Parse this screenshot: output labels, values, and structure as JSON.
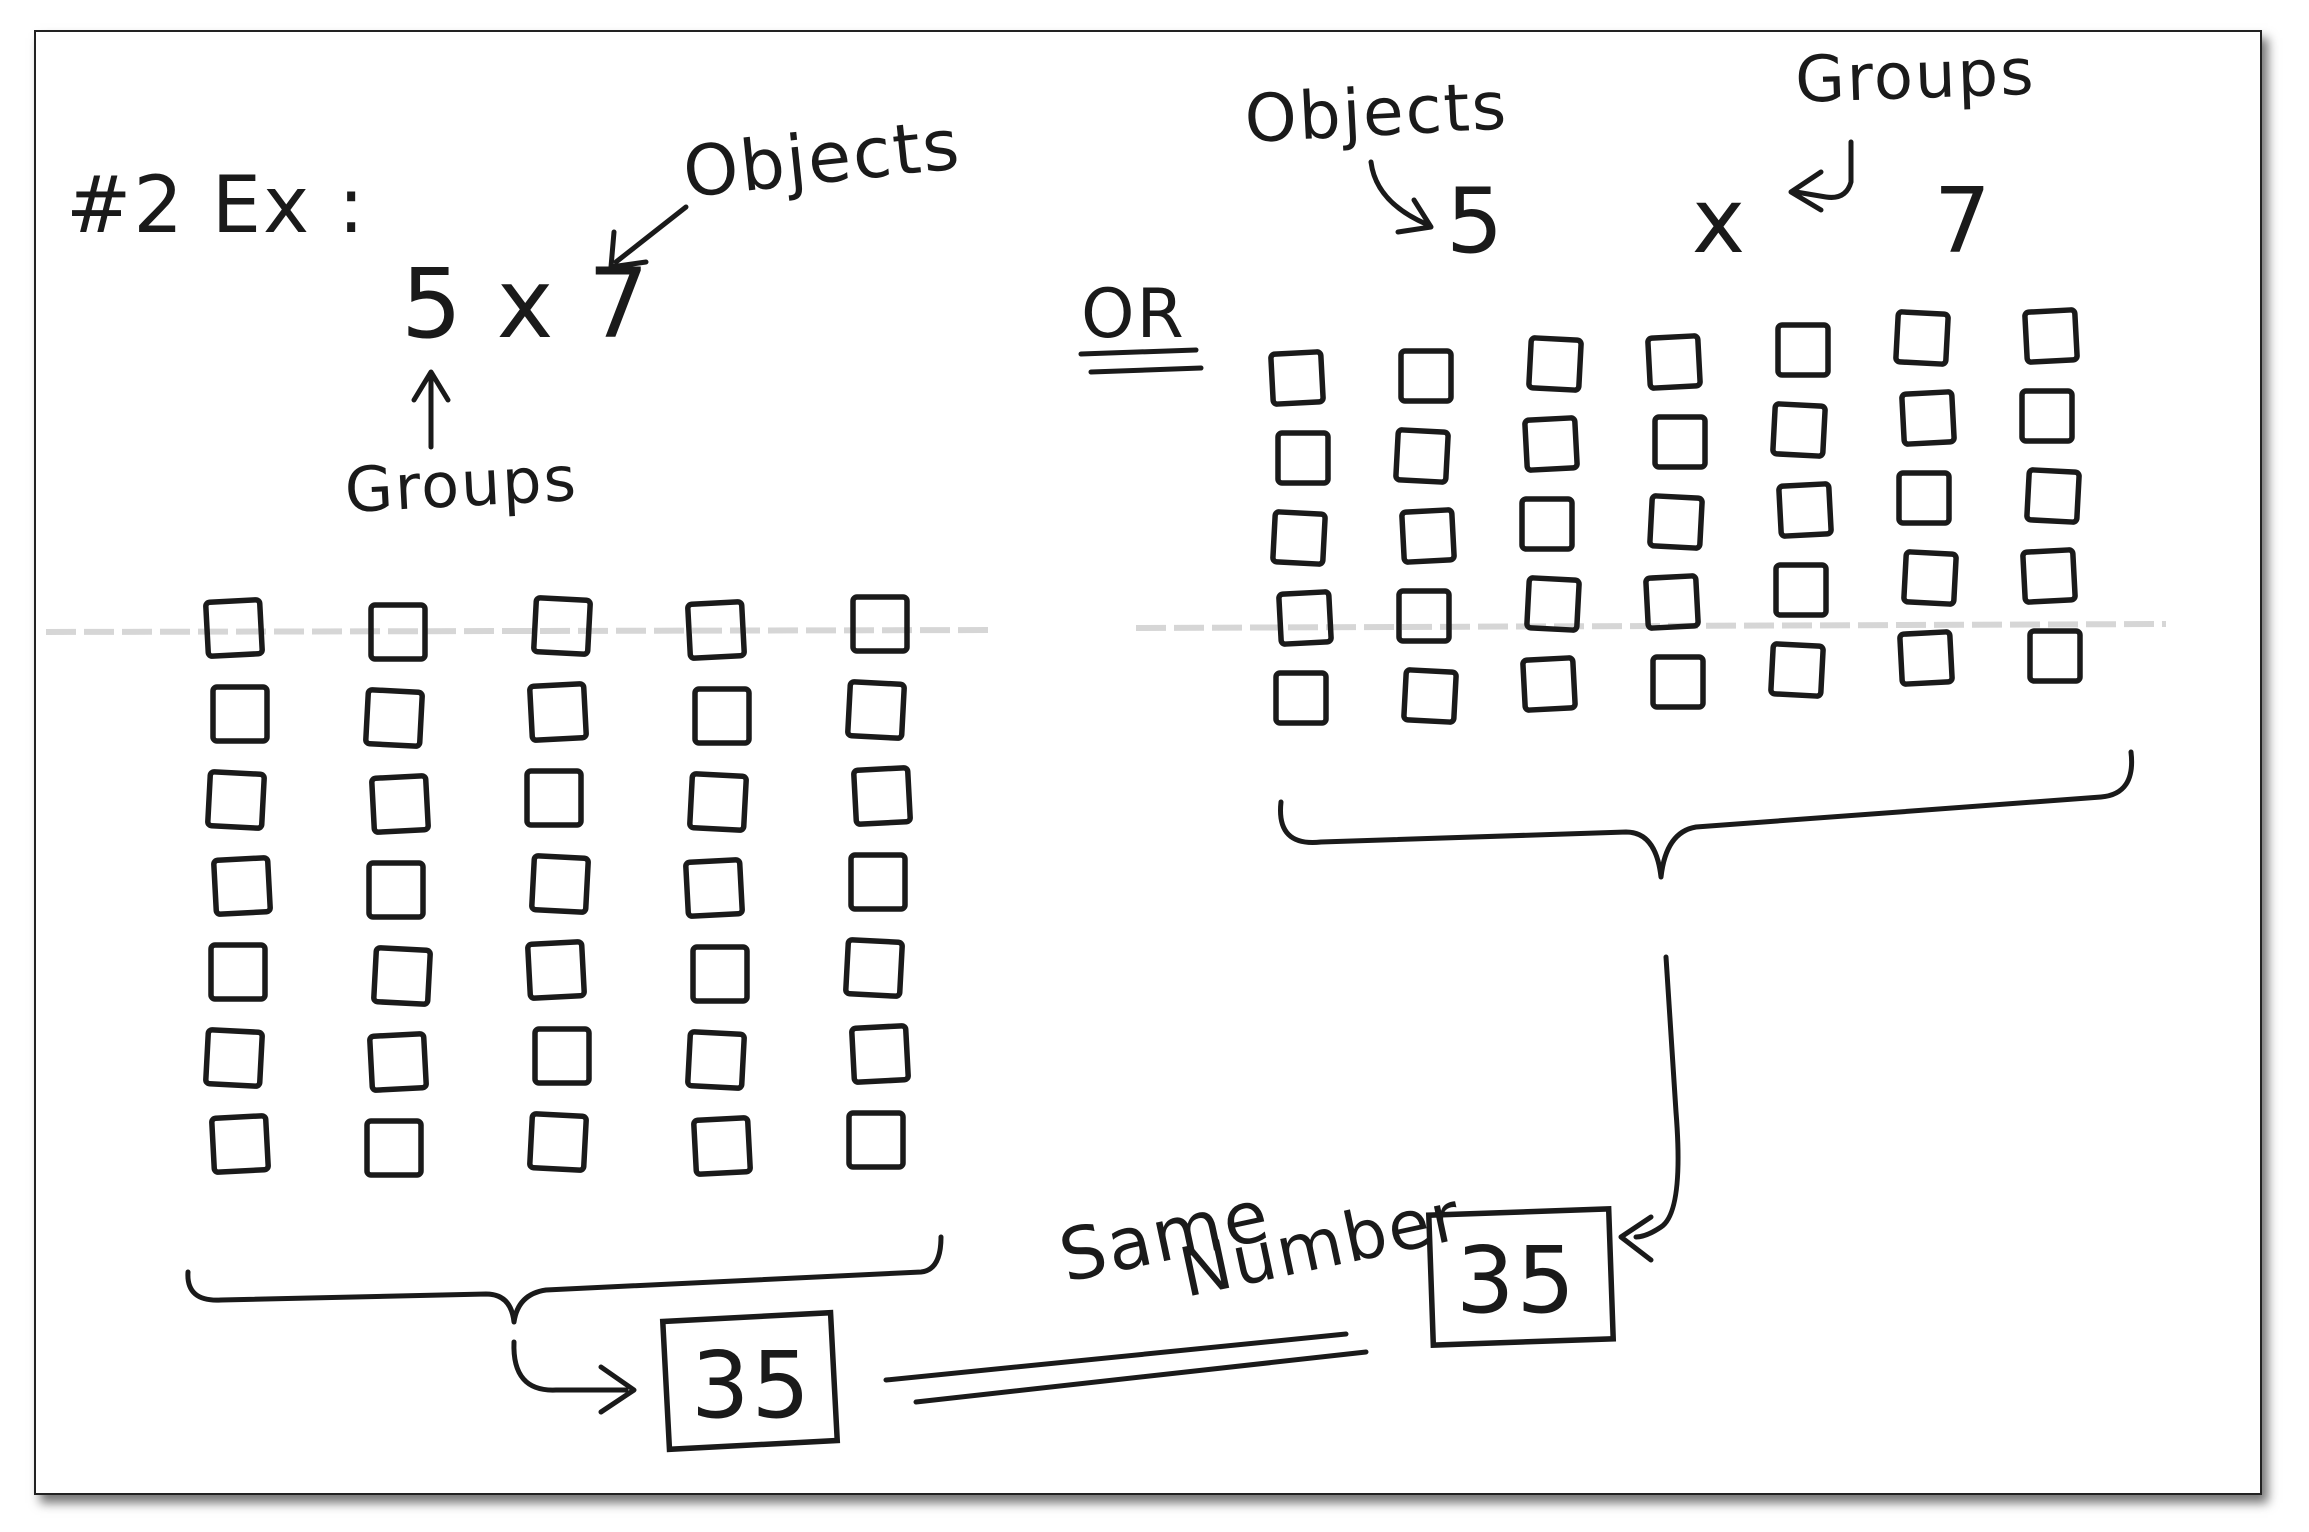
{
  "colors": {
    "ink": "#1a1a1a",
    "paper": "#ffffff",
    "scanline": "#d6d6d6"
  },
  "left": {
    "label": "#2 Ex :",
    "expression": "5 x 7",
    "objects_label": "Objects",
    "groups_label": "Groups",
    "groups": 5,
    "objects_per_group": 7,
    "result": "35"
  },
  "or_label": "OR",
  "right": {
    "expression": "5 x 7",
    "objects_label": "Objects",
    "groups_label": "Groups",
    "groups": 7,
    "objects_per_group": 5,
    "result": "35"
  },
  "same_label_line1": "Same",
  "same_label_line2": "Number"
}
